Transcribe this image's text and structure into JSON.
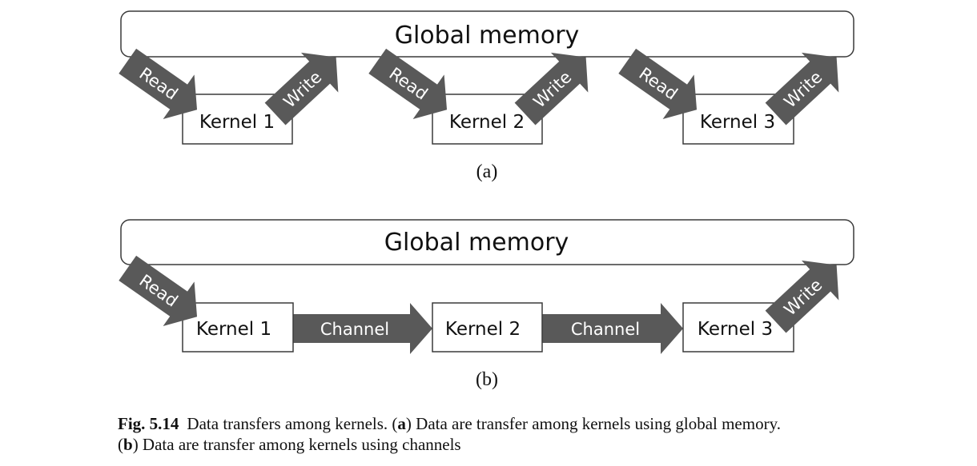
{
  "panel_a": {
    "memory_label": "Global memory",
    "kernels": [
      "Kernel 1",
      "Kernel 2",
      "Kernel 3"
    ],
    "read_label": "Read",
    "write_label": "Write",
    "sublabel": "(a)"
  },
  "panel_b": {
    "memory_label": "Global memory",
    "kernels": [
      "Kernel 1",
      "Kernel 2",
      "Kernel 3"
    ],
    "read_label": "Read",
    "write_label": "Write",
    "channel_label": "Channel",
    "sublabel": "(b)"
  },
  "caption": {
    "fig_number": "Fig. 5.14",
    "text1": "Data transfers among kernels. (",
    "a": "a",
    "text2": ") Data are transfer among kernels using global memory.",
    "text3": "(",
    "b": "b",
    "text4": ") Data are transfer among kernels using channels"
  },
  "colors": {
    "arrow_fill": "#595959",
    "stroke": "#3a3a3a",
    "text": "#111111",
    "arrow_text": "#ffffff"
  }
}
